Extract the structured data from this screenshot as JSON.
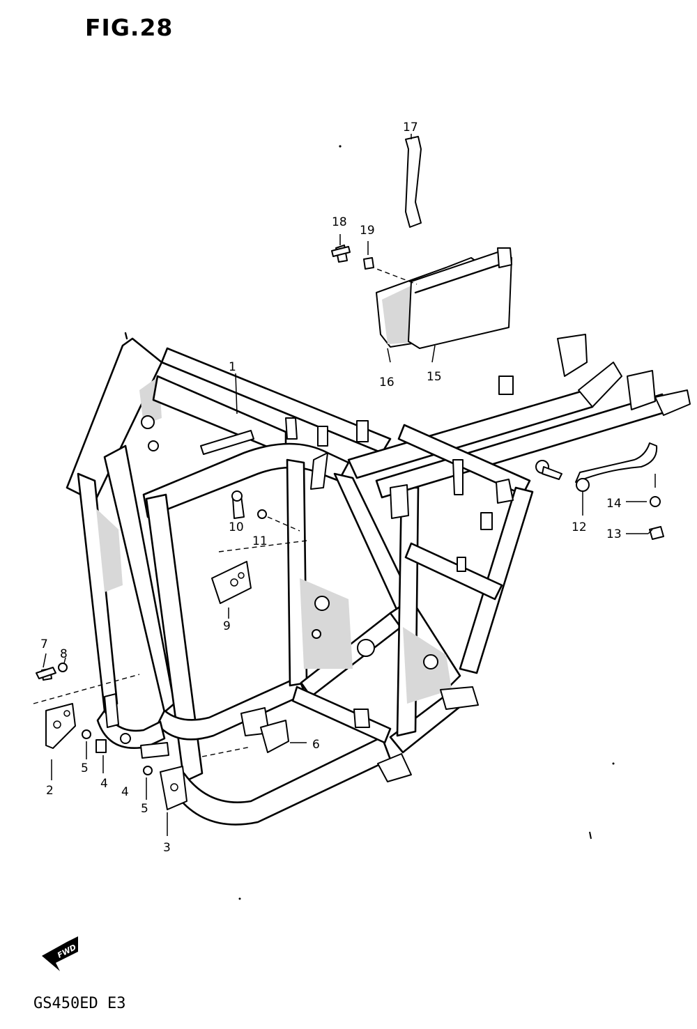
{
  "figure": {
    "title": "FIG.28",
    "model_code": "GS450ED  E3"
  },
  "fwd_label": "FWD",
  "callouts": {
    "c1": "1",
    "c2": "2",
    "c3": "3",
    "c4a": "4",
    "c4b": "4",
    "c5a": "5",
    "c5b": "5",
    "c6": "6",
    "c7": "7",
    "c8": "8",
    "c9": "9",
    "c10": "10",
    "c11": "11",
    "c12": "12",
    "c13": "13",
    "c14": "14",
    "c15": "15",
    "c16": "16",
    "c17": "17",
    "c18": "18",
    "c19": "19"
  }
}
